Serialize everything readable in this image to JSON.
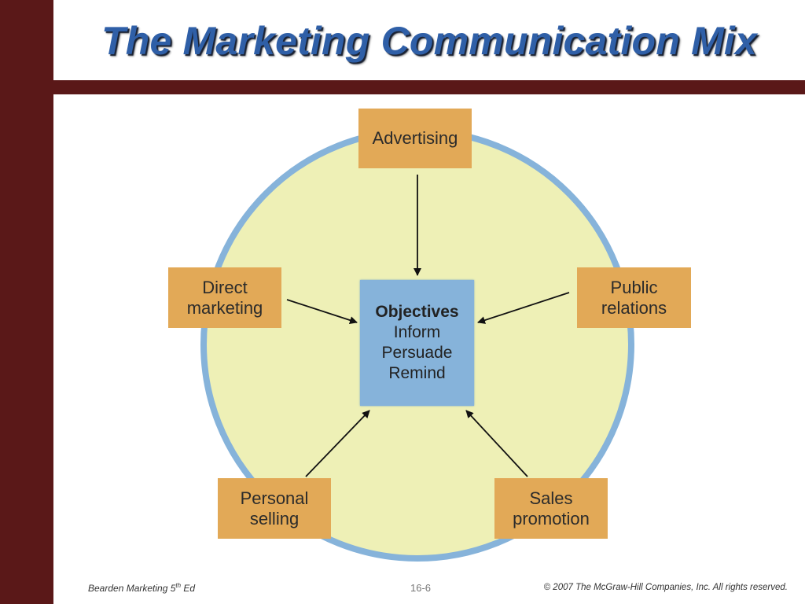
{
  "slide": {
    "title": "The Marketing Communication Mix"
  },
  "diagram": {
    "center": {
      "heading": "Objectives",
      "lines": [
        "Inform",
        "Persuade",
        "Remind"
      ]
    },
    "nodes": {
      "advertising": [
        "Advertising"
      ],
      "direct_marketing": [
        "Direct",
        "marketing"
      ],
      "public_relations": [
        "Public",
        "relations"
      ],
      "personal_selling": [
        "Personal",
        "selling"
      ],
      "sales_promotion": [
        "Sales",
        "promotion"
      ]
    },
    "colors": {
      "circle_fill": "#eef0b6",
      "circle_stroke": "#86b3da",
      "node_fill": "#e2a957",
      "center_fill": "#86b3da",
      "accent_bar": "#5a1818",
      "title_color": "#2f5fa7"
    }
  },
  "footer": {
    "book": "Bearden Marketing 5",
    "book_sup": "th",
    "book_suffix": " Ed",
    "page": "16-6",
    "copyright": "© 2007  The McGraw-Hill Companies, Inc.  All rights reserved."
  }
}
